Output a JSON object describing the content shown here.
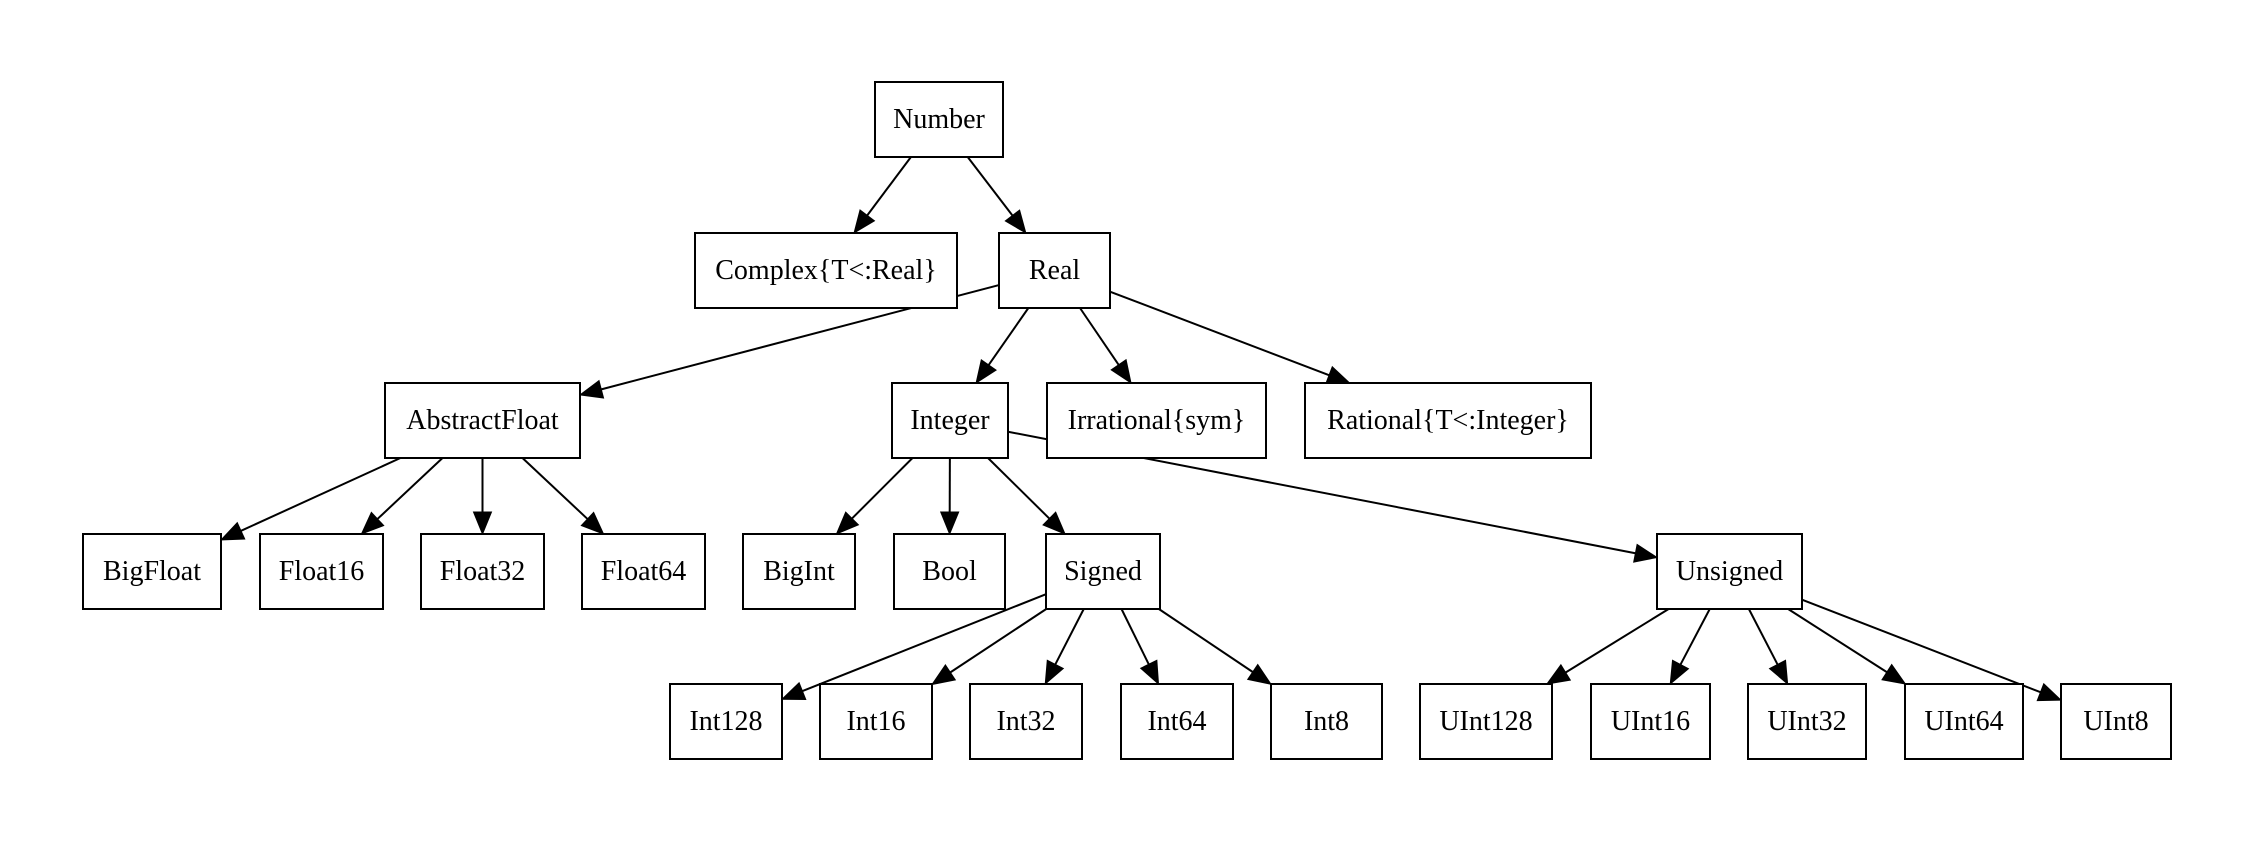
{
  "nodes": {
    "number": "Number",
    "complex": "Complex{T<:Real}",
    "real": "Real",
    "abstractfloat": "AbstractFloat",
    "integer": "Integer",
    "irrational": "Irrational{sym}",
    "rational": "Rational{T<:Integer}",
    "bigfloat": "BigFloat",
    "float16": "Float16",
    "float32": "Float32",
    "float64": "Float64",
    "bigint": "BigInt",
    "bool": "Bool",
    "signed": "Signed",
    "unsigned": "Unsigned",
    "int128": "Int128",
    "int16": "Int16",
    "int32": "Int32",
    "int64": "Int64",
    "int8": "Int8",
    "uint128": "UInt128",
    "uint16": "UInt16",
    "uint32": "UInt32",
    "uint64": "UInt64",
    "uint8": "UInt8"
  },
  "edges": [
    [
      "number",
      "complex"
    ],
    [
      "number",
      "real"
    ],
    [
      "real",
      "abstractfloat"
    ],
    [
      "real",
      "integer"
    ],
    [
      "real",
      "irrational"
    ],
    [
      "real",
      "rational"
    ],
    [
      "abstractfloat",
      "bigfloat"
    ],
    [
      "abstractfloat",
      "float16"
    ],
    [
      "abstractfloat",
      "float32"
    ],
    [
      "abstractfloat",
      "float64"
    ],
    [
      "integer",
      "bigint"
    ],
    [
      "integer",
      "bool"
    ],
    [
      "integer",
      "signed"
    ],
    [
      "integer",
      "unsigned"
    ],
    [
      "signed",
      "int128"
    ],
    [
      "signed",
      "int16"
    ],
    [
      "signed",
      "int32"
    ],
    [
      "signed",
      "int64"
    ],
    [
      "signed",
      "int8"
    ],
    [
      "unsigned",
      "uint128"
    ],
    [
      "unsigned",
      "uint16"
    ],
    [
      "unsigned",
      "uint32"
    ],
    [
      "unsigned",
      "uint64"
    ],
    [
      "unsigned",
      "uint8"
    ]
  ]
}
